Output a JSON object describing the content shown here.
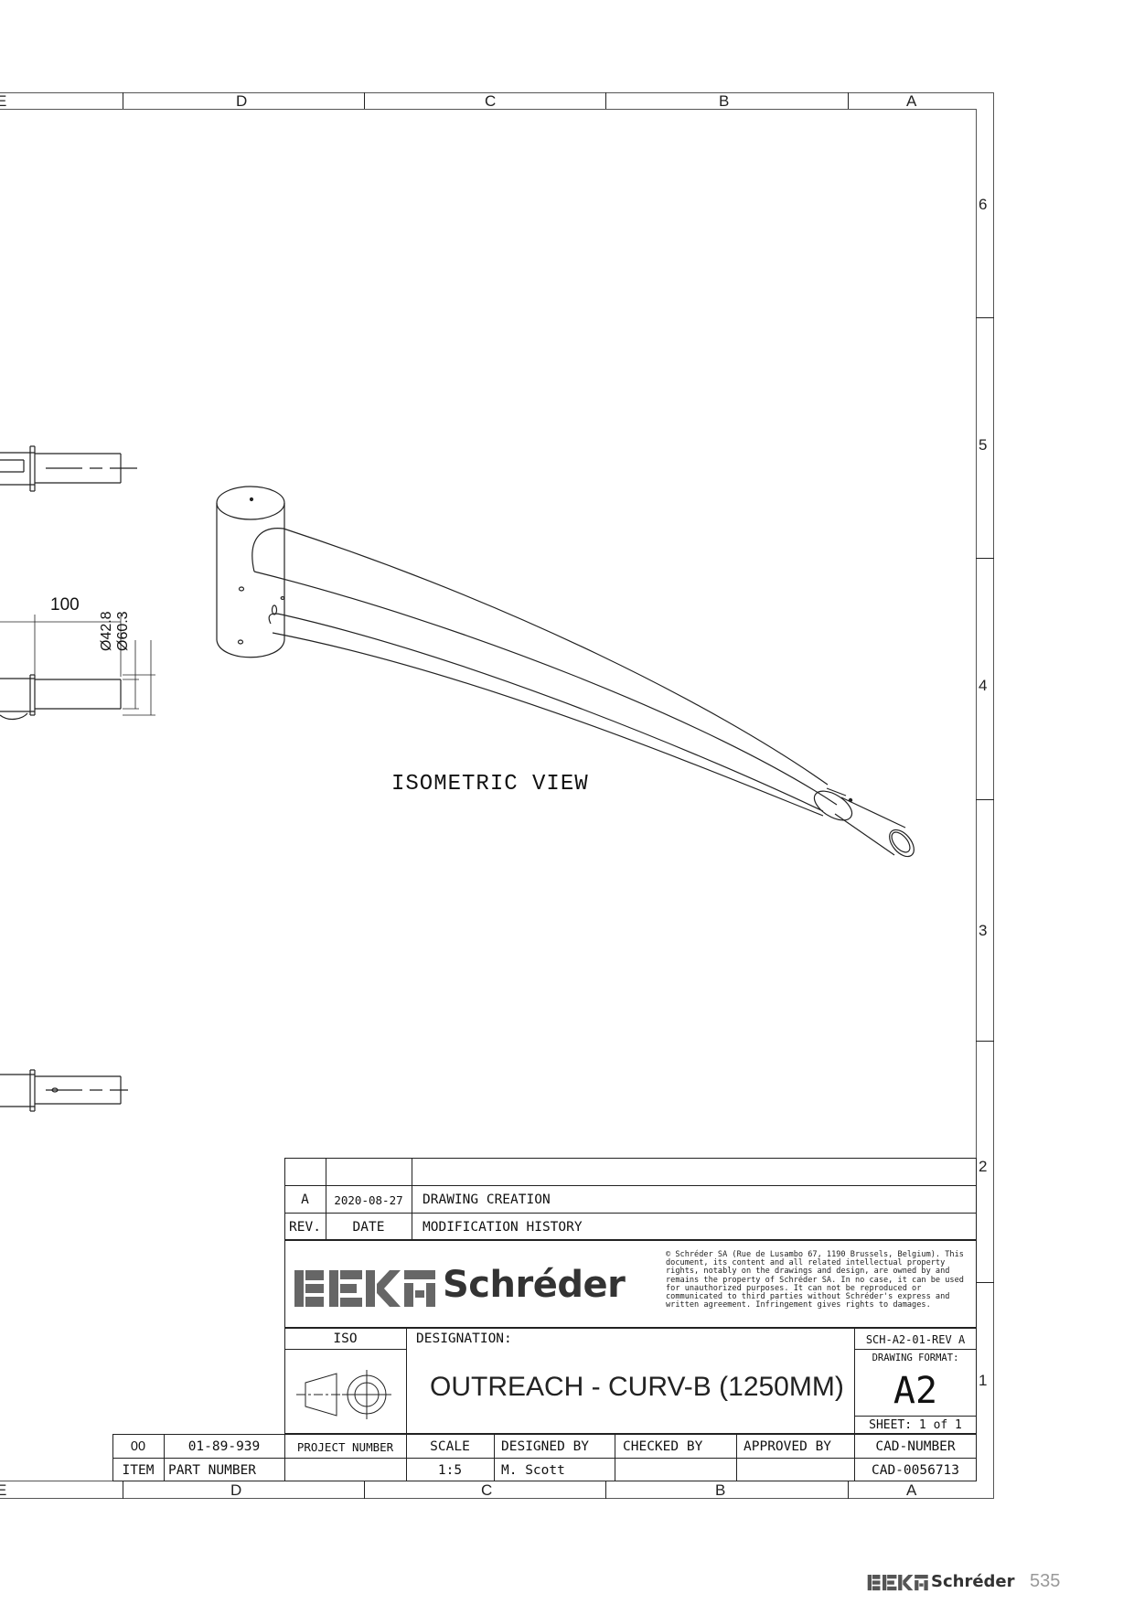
{
  "zones": {
    "top_columns": [
      "E",
      "D",
      "C",
      "B",
      "A"
    ],
    "bottom_columns": [
      "E",
      "D",
      "C",
      "B",
      "A"
    ],
    "rows": [
      "6",
      "5",
      "4",
      "3",
      "2",
      "1"
    ]
  },
  "drawing": {
    "view_label": "ISOMETRIC VIEW",
    "dim_length": "100",
    "dim_inner_dia": "Ø42.8",
    "dim_outer_dia": "Ø60.3"
  },
  "revision": {
    "rev": "A",
    "date": "2020-08-27",
    "description": "DRAWING CREATION",
    "rev_header": "REV.",
    "date_header": "DATE",
    "history_header": "MODIFICATION HISTORY"
  },
  "brand": {
    "logo_text": "BEKA Schréder",
    "copyright": "© Schréder SA (Rue de Lusambo 67, 1190 Brussels, Belgium). This document, its content and all related intellectual property rights, notably on the drawings and design, are owned by and remains the property of Schréder SA. In no case, it can be used for unauthorized purposes. It can not be reproduced or communicated to third parties without Schréder's express and written agreement. Infringement gives rights to damages."
  },
  "title_block": {
    "iso_label": "ISO",
    "designation_label": "DESIGNATION:",
    "designation": "OUTREACH - CURV-B (1250MM)",
    "doc_ref": "SCH-A2-01-REV A",
    "format_label": "DRAWING FORMAT:",
    "format": "A2",
    "sheet": "SHEET: 1 of 1"
  },
  "parts": {
    "item": "00",
    "part_number": "01-89-939",
    "item_header": "ITEM",
    "part_header": "PART NUMBER",
    "project_header": "PROJECT NUMBER",
    "project_value": "",
    "scale_header": "SCALE",
    "scale": "1:5",
    "designed_header": "DESIGNED BY",
    "designed": "M. Scott",
    "checked_header": "CHECKED BY",
    "checked": "",
    "approved_header": "APPROVED BY",
    "approved": "",
    "cad_header": "CAD-NUMBER",
    "cad": "CAD-0056713"
  },
  "footer": {
    "brand": "BEKA Schréder",
    "page_number": "535"
  }
}
